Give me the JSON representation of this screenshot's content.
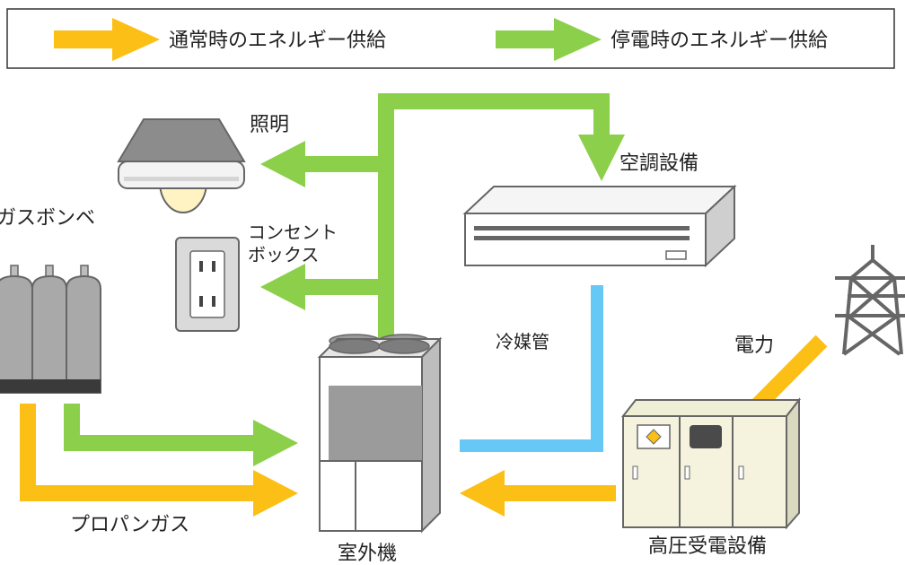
{
  "legend": {
    "normal_supply": "通常時のエネルギー供給",
    "outage_supply": "停電時のエネルギー供給"
  },
  "labels": {
    "lighting": "照明",
    "air_conditioner": "空調設備",
    "gas_cylinder": "ガスボンベ",
    "outlet_box_line1": "コンセント",
    "outlet_box_line2": "ボックス",
    "power": "電力",
    "refrigerant_pipe": "冷媒管",
    "propane_gas": "プロパンガス",
    "outdoor_unit": "室外機",
    "substation": "高圧受電設備"
  },
  "colors": {
    "normal_supply": "#fbbf16",
    "outage_supply": "#8ccf4a",
    "refrigerant": "#66c8f5",
    "outline": "#666666"
  },
  "icons": {
    "lighting": "ceiling-lamp-icon",
    "air_conditioner": "air-conditioner-icon",
    "gas_cylinder": "gas-cylinder-icon",
    "outlet_box": "power-outlet-icon",
    "power_tower": "transmission-tower-icon",
    "outdoor_unit": "outdoor-unit-icon",
    "substation": "substation-cabinet-icon"
  }
}
